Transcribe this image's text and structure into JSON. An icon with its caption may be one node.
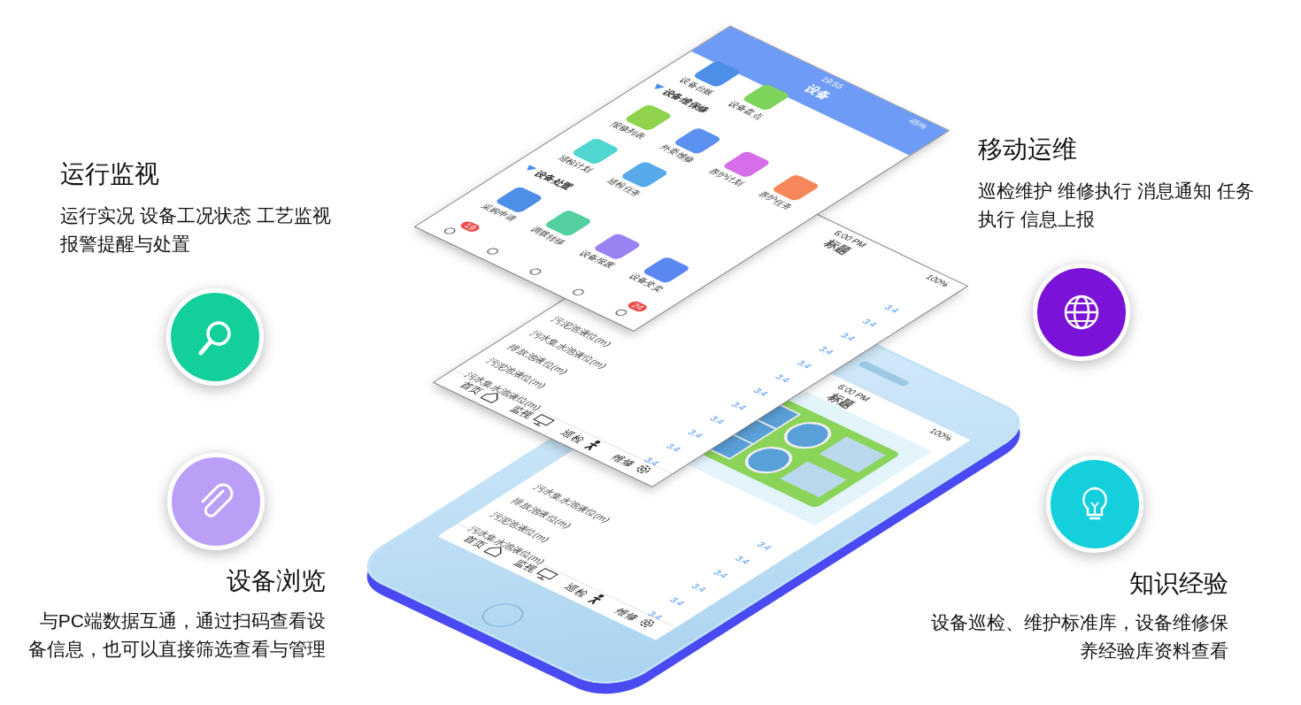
{
  "diagram": {
    "labels": [
      "运行监视",
      "运行实况 设备工况状态 工艺监视报警提醒与处置",
      "移动运维",
      "巡检维护 维修执行 消息通知 任务执行 信息上报",
      "设备浏览",
      "与PC端数据互通，通过扫码查看设备信息，也可以直接筛选查看与管理",
      "知识经验",
      "设备巡检、维护标准库，设备维修保养经验库资料查看",
      "19:55",
      "设备",
      "45%",
      "设备台账",
      "设备盘点",
      "设备维保修",
      "报修列表",
      "外委维修",
      "养护计划",
      "养护任务",
      "巡检计划",
      "巡检任务",
      "设备处置",
      "采购申请",
      "调拨转移",
      "设备报废",
      "设备变卖",
      "19",
      "24",
      "6:00 PM",
      "标题",
      "100%",
      "污泥池液位(m)",
      "污水集水池液位(m)",
      "排放池液位(m)",
      "污泥池液位(m)",
      "污水集水池液位(m)",
      "3.4",
      "3.4",
      "3.4",
      "3.4",
      "3.4",
      "3.4",
      "3.4",
      "3.4",
      "3.4",
      "3.4",
      "3.4",
      "3.4",
      "首页",
      "监视",
      "巡检",
      "维修",
      "6:00 PM",
      "标题",
      "100%",
      "污水集水池液位(m)",
      "排放池液位(m)",
      "污泥池液位(m)",
      "污水集水池液位(m)",
      "3.4",
      "3.4",
      "3.4",
      "3.4",
      "3.4",
      "3.4",
      "首页",
      "监视",
      "巡检",
      "维修"
    ]
  }
}
